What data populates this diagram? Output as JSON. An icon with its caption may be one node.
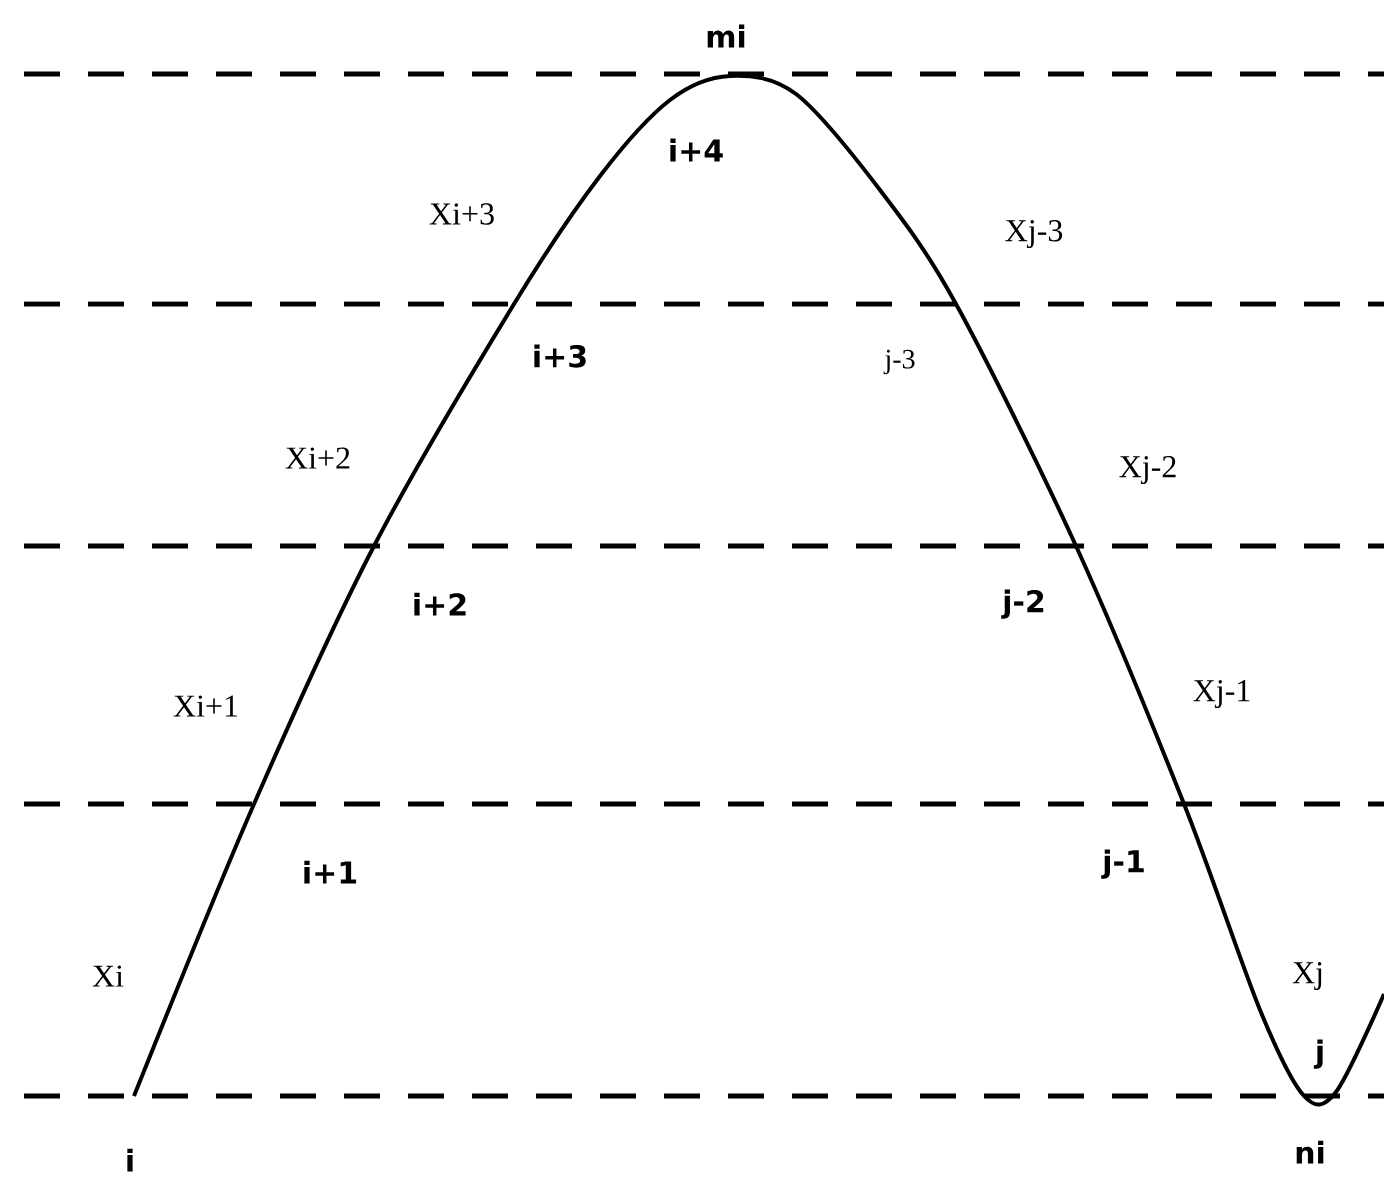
{
  "diagram": {
    "labels": [
      "mi",
      "i+4",
      "Xi+3",
      "Xj-3",
      "i+3",
      "j-3",
      "Xi+2",
      "Xj-2",
      "i+2",
      "j-2",
      "Xi+1",
      "Xj-1",
      "i+1",
      "j-1",
      "Xi",
      "Xj",
      "j",
      "i",
      "ni"
    ]
  }
}
